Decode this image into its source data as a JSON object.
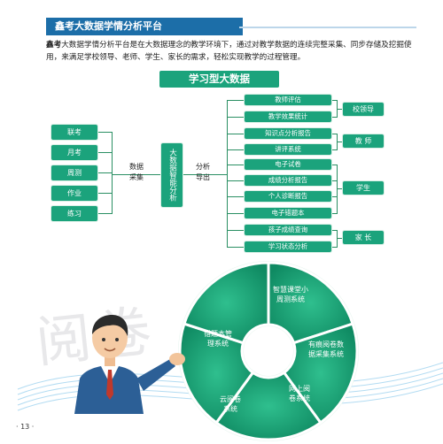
{
  "header": {
    "title": "鑫考大数据学情分析平台",
    "intro_lead": "鑫考",
    "intro_body": "大数据学情分析平台是在大数据理念的教学环境下，通过对教学数据的连续完整采集、同步存储及挖掘使用，来满足学校领导、老师、学生、家长的需求，轻松实现教学的过程管理。"
  },
  "diagram": {
    "main_label": "学习型大数据",
    "sources": [
      "联考",
      "月考",
      "周测",
      "作业",
      "练习"
    ],
    "collect_label": "数据采集",
    "collect_label_lines": [
      "数据",
      "采集"
    ],
    "engine": "大数据智能分析",
    "export_label": "分析导出",
    "export_label_lines": [
      "分析",
      "导出"
    ],
    "features": [
      "教师评估",
      "教学效果统计",
      "知识点分析报告",
      "讲评系统",
      "电子试卷",
      "成绩分析报告",
      "个人诊断报告",
      "电子错题本",
      "孩子成绩查询",
      "学习状态分析"
    ],
    "roles": [
      "校领导",
      "教  师",
      "学生",
      "家  长"
    ]
  },
  "ring": {
    "segments": [
      "智慧课堂小周测系统",
      "有痕阅卷数据采集系统",
      "网上阅卷系统",
      "云阅卷系统",
      "错题本管理系统"
    ],
    "segments_lines": [
      [
        "智慧课堂小",
        "周测系统"
      ],
      [
        "有痕阅卷数",
        "据采集系统"
      ],
      [
        "网上阅",
        "卷系统"
      ],
      [
        "云阅卷",
        "系统"
      ],
      [
        "错题本管",
        "理系统"
      ]
    ]
  },
  "footer": {
    "page": "· 13 ·"
  },
  "watermark": "阅卷"
}
